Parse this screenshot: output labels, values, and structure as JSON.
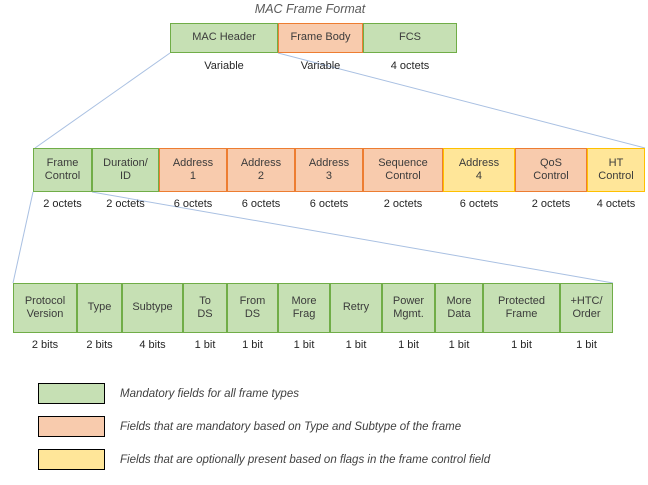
{
  "title": "MAC Frame Format",
  "colors": {
    "green_fill": "#c6e0b4",
    "green_border": "#70ad47",
    "orange_fill": "#f8cbad",
    "orange_border": "#ed7d31",
    "yellow_fill": "#ffe699",
    "yellow_border": "#ffc000",
    "connector": "#a9c0e2"
  },
  "rows": {
    "frame": {
      "fields": [
        {
          "label": "MAC Header",
          "size": "Variable",
          "type": "mandatory"
        },
        {
          "label": "Frame Body",
          "size": "Variable",
          "type": "conditional"
        },
        {
          "label": "FCS",
          "size": "4 octets",
          "type": "mandatory"
        }
      ]
    },
    "header": {
      "fields": [
        {
          "label": "Frame\nControl",
          "size": "2 octets",
          "type": "mandatory"
        },
        {
          "label": "Duration/\nID",
          "size": "2 octets",
          "type": "mandatory"
        },
        {
          "label": "Address\n1",
          "size": "6 octets",
          "type": "conditional"
        },
        {
          "label": "Address\n2",
          "size": "6 octets",
          "type": "conditional"
        },
        {
          "label": "Address\n3",
          "size": "6 octets",
          "type": "conditional"
        },
        {
          "label": "Sequence\nControl",
          "size": "2 octets",
          "type": "conditional"
        },
        {
          "label": "Address\n4",
          "size": "6 octets",
          "type": "optional"
        },
        {
          "label": "QoS\nControl",
          "size": "2 octets",
          "type": "conditional"
        },
        {
          "label": "HT\nControl",
          "size": "4 octets",
          "type": "optional"
        }
      ]
    },
    "frame_control": {
      "fields": [
        {
          "label": "Protocol\nVersion",
          "size": "2 bits",
          "type": "mandatory"
        },
        {
          "label": "Type",
          "size": "2 bits",
          "type": "mandatory"
        },
        {
          "label": "Subtype",
          "size": "4 bits",
          "type": "mandatory"
        },
        {
          "label": "To\nDS",
          "size": "1 bit",
          "type": "mandatory"
        },
        {
          "label": "From\nDS",
          "size": "1 bit",
          "type": "mandatory"
        },
        {
          "label": "More\nFrag",
          "size": "1 bit",
          "type": "mandatory"
        },
        {
          "label": "Retry",
          "size": "1 bit",
          "type": "mandatory"
        },
        {
          "label": "Power\nMgmt.",
          "size": "1 bit",
          "type": "mandatory"
        },
        {
          "label": "More\nData",
          "size": "1 bit",
          "type": "mandatory"
        },
        {
          "label": "Protected\nFrame",
          "size": "1 bit",
          "type": "mandatory"
        },
        {
          "label": "+HTC/\nOrder",
          "size": "1 bit",
          "type": "mandatory"
        }
      ]
    }
  },
  "legend": {
    "items": [
      {
        "swatch": "green",
        "label": "Mandatory fields for all frame types"
      },
      {
        "swatch": "orange",
        "label": "Fields that are mandatory based on Type and Subtype of the frame"
      },
      {
        "swatch": "yellow",
        "label": "Fields that are optionally present based on flags in the frame control field"
      }
    ]
  }
}
